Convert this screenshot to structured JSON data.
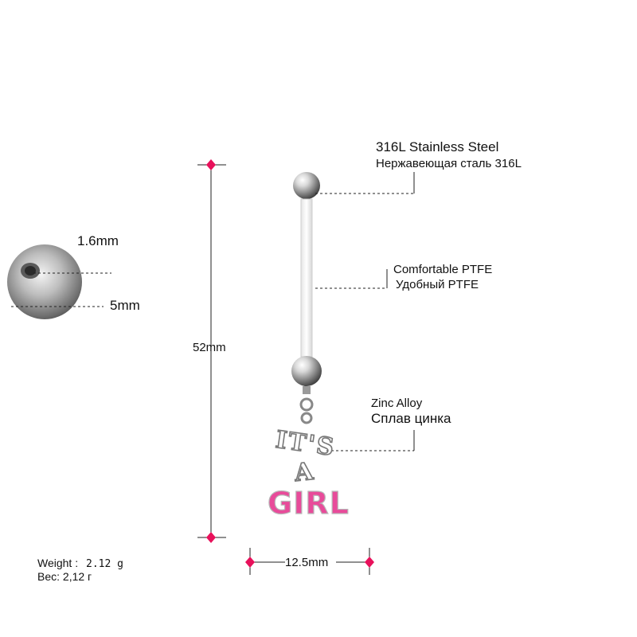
{
  "colors": {
    "marker": "#e8115b",
    "text": "#111111",
    "line": "#222222",
    "charm_pink": "#e84b9a"
  },
  "labels": {
    "steel_en": "316L Stainless Steel",
    "steel_ru": "Нержавеющая сталь 316L",
    "ptfe_en": "Comfortable PTFE",
    "ptfe_ru": "Удобный PTFE",
    "zinc_en": "Zinc Alloy",
    "zinc_ru": "Сплав цинка",
    "ball_thread": "1.6mm",
    "ball_diameter": "5mm",
    "length": "52mm",
    "width": "12.5mm",
    "weight_en_label": "Weight :",
    "weight_en_value": "2.12 g",
    "weight_ru": "Вес: 2,12 г"
  },
  "charm": {
    "line1": "IT'S",
    "line2": "A",
    "line3": "GIRL"
  }
}
